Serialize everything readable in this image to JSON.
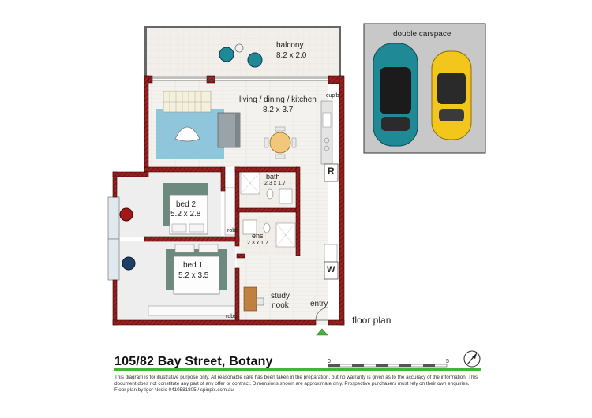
{
  "address": "105/82 Bay Street, Botany",
  "plan_title": "floor plan",
  "carspace": {
    "label": "double carspace"
  },
  "rooms": {
    "balcony": {
      "name": "balcony",
      "size": "8.2 x 2.0"
    },
    "living": {
      "name": "living / dining / kitchen",
      "size": "8.2 x 3.7"
    },
    "bed2": {
      "name": "bed 2",
      "size": "5.2 x 2.8"
    },
    "bed1": {
      "name": "bed 1",
      "size": "5.2 x 3.5"
    },
    "bath": {
      "name": "bath",
      "size": "2.3 x 1.7"
    },
    "ens": {
      "name": "ens",
      "size": "2.3 x 1.7"
    },
    "study": {
      "name": "study\nnook"
    },
    "entry": {
      "name": "entry"
    }
  },
  "fixtures": {
    "cupboard": "cup'b",
    "robe_top": "robe",
    "robe_bottom": "robe",
    "fridge": "R",
    "washer": "W"
  },
  "scale": {
    "start": "0",
    "end": "5"
  },
  "disclaimer": "This diagram is for illustrative purpose only. All reasonable care has been taken in the preparation, but no warranty is given as to the accuracy of the information. This document does not constitute any part of any offer or contract. Dimensions shown are approximate only. Prospective purchasers must rely on their own enquiries.",
  "credit": "Floor plan by Igor Nedic 0410581805 / spinpix.com.au",
  "colors": {
    "wall": "#8b1a1a",
    "floor_tile": "#f1eeea",
    "carpet_bed2": "#6d8a7e",
    "carpet_bed1": "#6d8a7e",
    "sofa": "#9aa3a8",
    "rug": "#8fc6dc",
    "table": "#f3c77a",
    "car_teal": "#1f8a96",
    "car_yellow": "#f2c61a",
    "panel": "#c8c8c8",
    "accent_green": "#47b33b"
  }
}
